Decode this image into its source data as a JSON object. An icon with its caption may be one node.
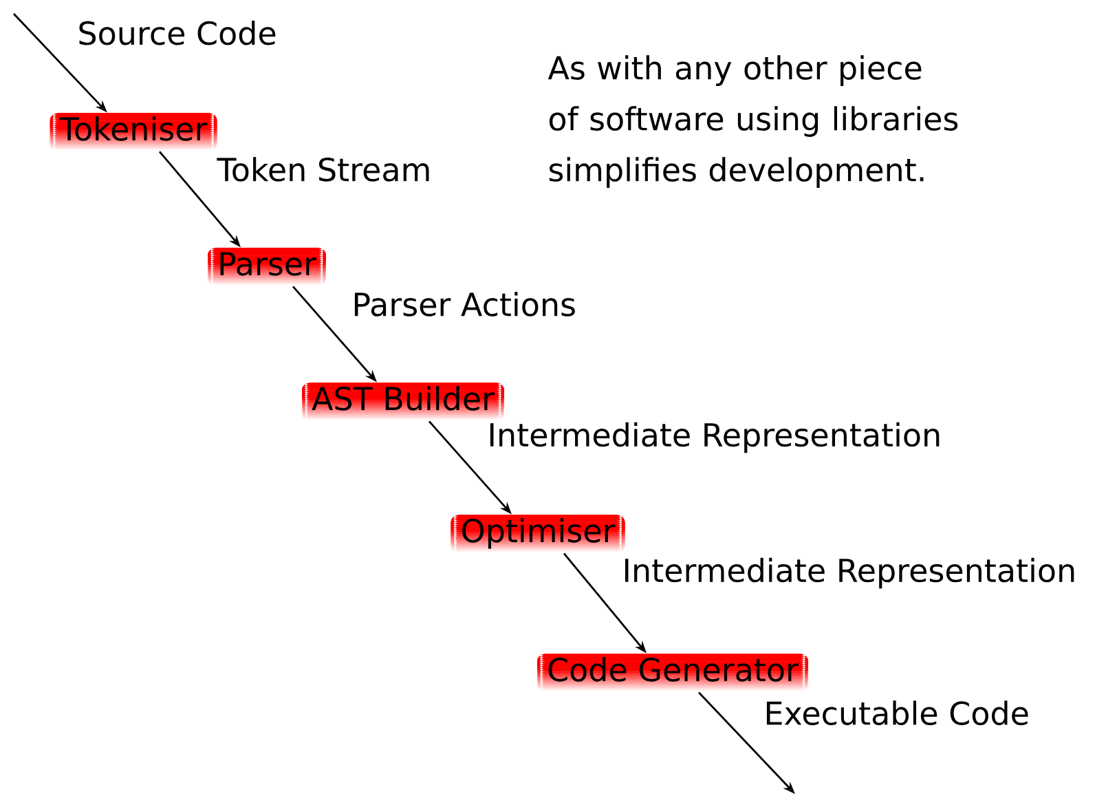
{
  "diagram": {
    "nodes": [
      {
        "text": [
          "Tokeniser"
        ]
      },
      {
        "text": [
          "Parser"
        ]
      },
      {
        "text": [
          "AST Builder"
        ]
      },
      {
        "text": [
          "Optimiser"
        ]
      },
      {
        "text": [
          "Code Generator"
        ]
      }
    ],
    "edges": [
      {
        "from": null,
        "to": 0,
        "arrow": "to",
        "label": "Source Code"
      },
      {
        "from": 0,
        "to": 1,
        "arrow": "to",
        "label": "Token Stream"
      },
      {
        "from": 1,
        "to": 2,
        "arrow": "to",
        "label": "Parser Actions"
      },
      {
        "from": 2,
        "to": 3,
        "arrow": "to",
        "label": "Intermediate Representation"
      },
      {
        "from": 3,
        "to": 4,
        "arrow": "to",
        "label": "Intermediate Representation"
      },
      {
        "from": 4,
        "to": null,
        "arrow": "to",
        "label": "Executable Code"
      }
    ],
    "labels": [
      "As with any other piece of software using libraries simplifies development."
    ]
  }
}
